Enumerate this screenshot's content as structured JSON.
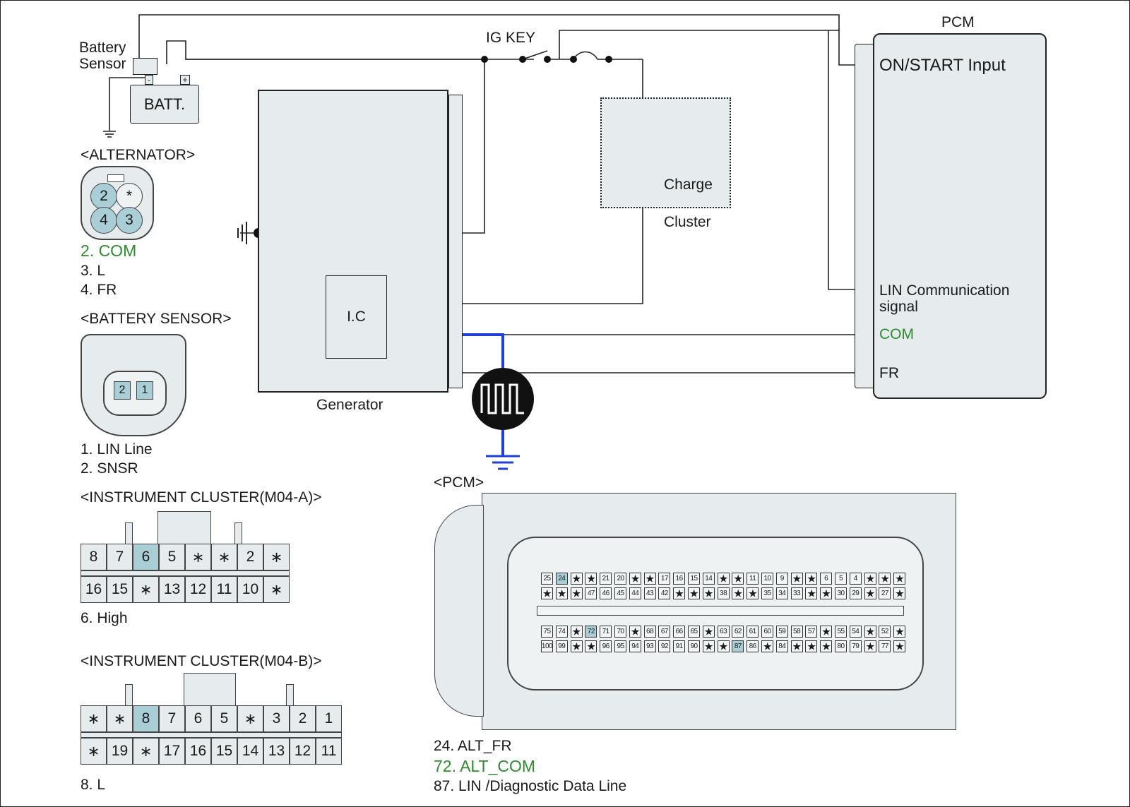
{
  "diagram": {
    "battery_sensor_label_1": "Battery",
    "battery_sensor_label_2": "Sensor",
    "battery_label": "BATT.",
    "battery_minus": "-",
    "battery_plus": "+",
    "ig_key_label": "IG KEY",
    "generator_label": "Generator",
    "ic_label": "I.C",
    "cluster_inner_label": "Charge",
    "cluster_label": "Cluster",
    "pcm_title": "PCM",
    "pcm_pins": {
      "on_start": "ON/START Input",
      "lin_1": "LIN Communication",
      "lin_2": "signal",
      "com": "COM",
      "fr": "FR"
    },
    "colors": {
      "com_wire": "#2e8b2e",
      "signal_wire": "#1f3fd6",
      "highlight_pin": "#a9ced6",
      "box_fill": "#e6eced"
    }
  },
  "connectors": {
    "alternator": {
      "title": "<ALTERNATOR>",
      "pins": [
        "2",
        "*",
        "4",
        "3"
      ],
      "legend": [
        {
          "text": "2. COM",
          "green": true
        },
        {
          "text": "3. L",
          "green": false
        },
        {
          "text": "4. FR",
          "green": false
        }
      ]
    },
    "battery_sensor": {
      "title": "<BATTERY SENSOR>",
      "pins": [
        "2",
        "1"
      ],
      "legend": [
        "1. LIN Line",
        "2. SNSR"
      ]
    },
    "cluster_a": {
      "title": "<INSTRUMENT CLUSTER(M04-A)>",
      "row1": [
        "8",
        "7",
        "6",
        "5",
        "*",
        "*",
        "2",
        "*"
      ],
      "row2": [
        "16",
        "15",
        "*",
        "13",
        "12",
        "11",
        "10",
        "*"
      ],
      "highlight": "6",
      "legend": "6. High"
    },
    "cluster_b": {
      "title": "<INSTRUMENT CLUSTER(M04-B)>",
      "row1": [
        "*",
        "*",
        "8",
        "7",
        "6",
        "5",
        "*",
        "3",
        "2",
        "1"
      ],
      "row2": [
        "*",
        "19",
        "*",
        "17",
        "16",
        "15",
        "14",
        "13",
        "12",
        "11"
      ],
      "highlight": "8",
      "legend": "8. L"
    },
    "pcm": {
      "title": "<PCM>",
      "rows": [
        [
          "25",
          "24",
          "*",
          "*",
          "21",
          "20",
          "*",
          "*",
          "17",
          "16",
          "15",
          "14",
          "*",
          "*",
          "11",
          "10",
          "9",
          "*",
          "*",
          "6",
          "5",
          "4",
          "*",
          "*",
          "*"
        ],
        [
          "*",
          "*",
          "*",
          "47",
          "46",
          "45",
          "44",
          "43",
          "42",
          "*",
          "*",
          "*",
          "38",
          "*",
          "*",
          "35",
          "34",
          "33",
          "*",
          "*",
          "30",
          "29",
          "*",
          "27",
          "*"
        ],
        [
          "75",
          "74",
          "*",
          "72",
          "71",
          "70",
          "*",
          "68",
          "67",
          "66",
          "65",
          "*",
          "63",
          "62",
          "61",
          "60",
          "59",
          "58",
          "57",
          "*",
          "55",
          "54",
          "*",
          "52",
          "*"
        ],
        [
          "100",
          "99",
          "*",
          "*",
          "96",
          "95",
          "94",
          "93",
          "92",
          "91",
          "90",
          "*",
          "*",
          "87",
          "86",
          "*",
          "84",
          "*",
          "*",
          "*",
          "80",
          "79",
          "*",
          "77",
          "*"
        ]
      ],
      "highlights": [
        "24",
        "72",
        "87"
      ],
      "legend": [
        {
          "text": "24. ALT_FR",
          "green": false
        },
        {
          "text": "72. ALT_COM",
          "green": true
        },
        {
          "text": "87. LIN /Diagnostic Data Line",
          "green": false
        }
      ]
    }
  }
}
